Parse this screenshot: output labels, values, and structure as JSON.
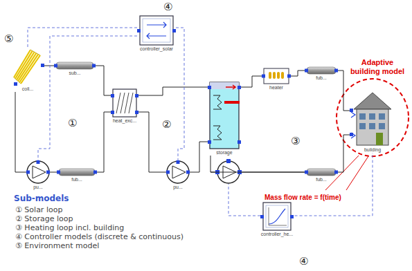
{
  "diagram": {
    "nodes": [
      {
        "text": [
          "controller_solar"
        ]
      },
      {
        "text": [
          "coll..."
        ]
      },
      {
        "text": [
          "sub..."
        ]
      },
      {
        "text": [
          "heat_exc..."
        ]
      },
      {
        "text": [
          "pu..."
        ]
      },
      {
        "text": [
          "fub..."
        ]
      },
      {
        "text": [
          "pu..."
        ]
      },
      {
        "text": [
          "storage"
        ]
      },
      {
        "text": [
          "heater"
        ]
      },
      {
        "text": [
          "fub..."
        ]
      },
      {
        "text": [
          "building"
        ]
      },
      {
        "text": [
          "fub..."
        ]
      },
      {
        "text": [
          "controller_he..."
        ]
      }
    ],
    "edges": [
      {
        "from": 1,
        "to": 2,
        "arrow": "none"
      },
      {
        "from": 2,
        "to": 3,
        "arrow": "none"
      },
      {
        "from": 3,
        "to": 5,
        "arrow": "none"
      },
      {
        "from": 5,
        "to": 4,
        "arrow": "none"
      },
      {
        "from": 4,
        "to": 1,
        "arrow": "none"
      },
      {
        "from": 3,
        "to": 7,
        "arrow": "none"
      },
      {
        "from": 3,
        "to": 6,
        "arrow": "none"
      },
      {
        "from": 6,
        "to": 7,
        "arrow": "none"
      },
      {
        "from": 7,
        "to": 8,
        "arrow": "none"
      },
      {
        "from": 8,
        "to": 9,
        "arrow": "none"
      },
      {
        "from": 9,
        "to": 10,
        "arrow": "none"
      },
      {
        "from": 10,
        "to": 11,
        "arrow": "none"
      },
      {
        "from": 11,
        "to": 7,
        "arrow": "none"
      },
      {
        "from": 0,
        "to": 1,
        "arrow": "none"
      },
      {
        "from": 0,
        "to": 4,
        "arrow": "none"
      },
      {
        "from": 0,
        "to": 6,
        "arrow": "none"
      },
      {
        "from": 12,
        "to": 10,
        "arrow": "none"
      }
    ],
    "labels": [
      "④",
      "⑤",
      "①",
      "②",
      "③",
      "Adaptive building model",
      "Mass flow rate = f(time)",
      "Sub-models",
      "① Solar loop",
      "② Storage loop",
      "③ Heating loop incl. building",
      "④ Controller models (discrete & continuous)",
      "⑤ Environment model",
      "④"
    ]
  }
}
